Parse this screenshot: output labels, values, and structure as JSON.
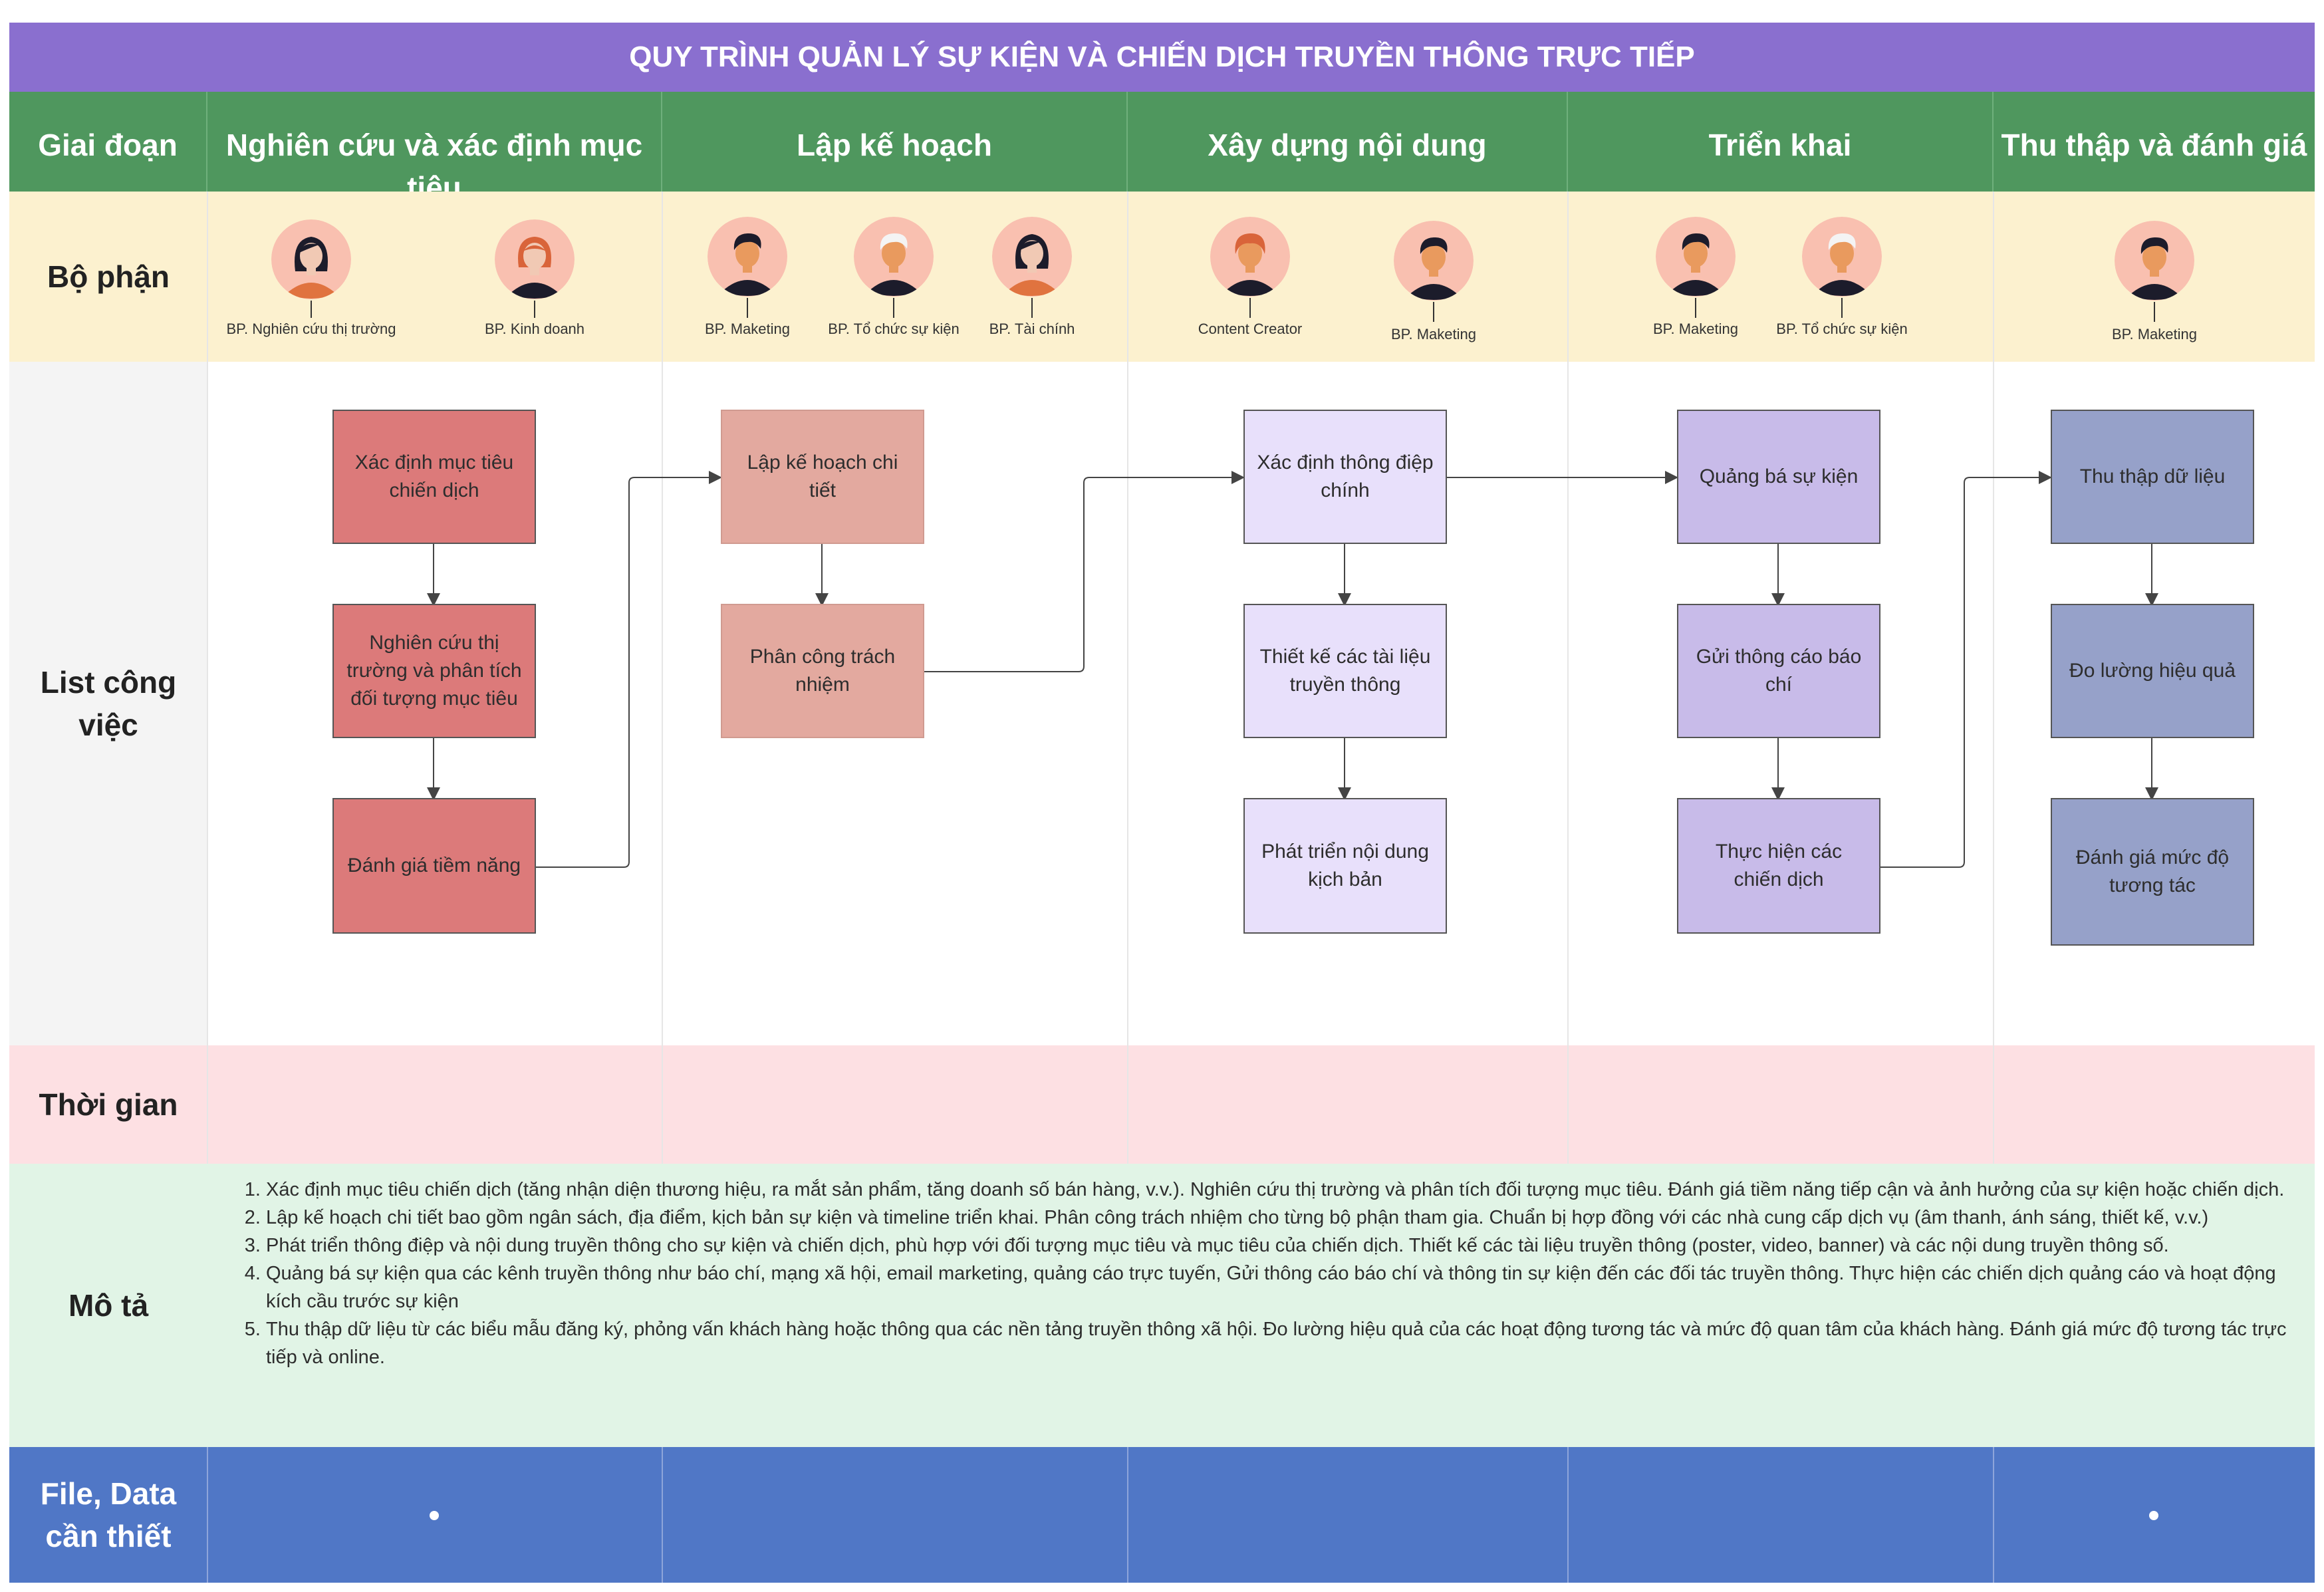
{
  "title": "QUY TRÌNH QUẢN LÝ SỰ KIỆN VÀ CHIẾN DỊCH TRUYỀN THÔNG TRỰC TIẾP",
  "row_labels": {
    "phase": "Giai đoạn",
    "dept": "Bộ phận",
    "tasks": "List công việc",
    "time": "Thời gian",
    "desc": "Mô tả",
    "files": "File, Data cần thiết"
  },
  "phases": [
    "Nghiên cứu và xác định mục tiêu",
    "Lập kế hoạch",
    "Xây dựng nội dung",
    "Triển khai",
    "Thu thập và đánh giá"
  ],
  "departments": [
    {
      "label": "BP. Nghiên cứu thị trường",
      "avatar": "woman-avatar-icon"
    },
    {
      "label": "BP. Kinh doanh",
      "avatar": "woman-orange-hair-avatar-icon"
    },
    {
      "label": "BP. Maketing",
      "avatar": "man-avatar-icon"
    },
    {
      "label": "BP. Tổ chức sự kiện",
      "avatar": "man-white-hair-avatar-icon"
    },
    {
      "label": "BP. Tài chính",
      "avatar": "woman-avatar-icon"
    },
    {
      "label": "Content Creator",
      "avatar": "man-orange-hair-avatar-icon"
    },
    {
      "label": "BP. Maketing",
      "avatar": "man-avatar-icon"
    },
    {
      "label": "BP. Maketing",
      "avatar": "man-avatar-icon"
    },
    {
      "label": "BP. Tổ chức sự kiện",
      "avatar": "man-white-hair-avatar-icon"
    },
    {
      "label": "BP. Maketing",
      "avatar": "man-avatar-icon"
    }
  ],
  "tasks": {
    "research": [
      "Xác định mục tiêu chiến dịch",
      "Nghiên cứu thị trường và phân tích đối tượng mục tiêu",
      "Đánh giá tiềm năng"
    ],
    "planning": [
      "Lập kế hoạch chi tiết",
      "Phân công trách nhiệm"
    ],
    "content": [
      "Xác định thông điệp chính",
      "Thiết kế các tài liệu truyền thông",
      "Phát triển nội dung kịch bản"
    ],
    "deploy": [
      "Quảng bá sự kiện",
      "Gửi thông cáo báo chí",
      "Thực hiện các chiến dịch"
    ],
    "evaluate": [
      "Thu thập dữ liệu",
      "Đo lường hiệu quả",
      "Đánh giá mức độ tương tác"
    ]
  },
  "descriptions": [
    "Xác định mục tiêu chiến dịch (tăng nhận diện thương hiệu, ra mắt sản phẩm, tăng doanh số bán hàng, v.v.). Nghiên cứu thị trường và phân tích đối tượng mục tiêu. Đánh giá tiềm năng tiếp cận và ảnh hưởng của sự kiện hoặc chiến dịch.",
    "Lập kế hoạch chi tiết bao gồm ngân sách, địa điểm, kịch bản sự kiện và timeline triển khai. Phân công trách nhiệm cho từng bộ phận tham gia. Chuẩn bị hợp đồng với các nhà cung cấp dịch vụ (âm thanh, ánh sáng, thiết kế, v.v.)",
    "Phát triển thông điệp và nội dung truyền thông cho sự kiện và chiến dịch, phù hợp với đối tượng mục tiêu và mục tiêu của chiến dịch. Thiết kế các tài liệu truyền thông (poster, video, banner) và các nội dung truyền thông số.",
    "Quảng bá sự kiện qua các kênh truyền thông như báo chí, mạng xã hội, email marketing, quảng cáo trực tuyến,  Gửi thông cáo báo chí và thông tin sự kiện đến các đối tác truyền thông. Thực hiện các chiến dịch quảng cáo và hoạt động kích cầu trước sự kiện",
    "Thu thập dữ liệu từ các biểu mẫu đăng ký, phỏng vấn khách hàng hoặc thông qua các nền tảng truyền thông xã hội. Đo lường hiệu quả của các hoạt động tương tác và mức độ quan tâm của khách hàng. Đánh giá mức độ tương tác trực tiếp và online."
  ],
  "colors": {
    "title": "#8a6fcf",
    "phase": "#4f975e",
    "dept": "#fcf1cf",
    "time": "#fde0e3",
    "desc": "#e1f4e6",
    "files": "#5077c6",
    "research": "#dc7a7a",
    "planning": "#e3a99f",
    "content": "#e8e0fb",
    "deploy": "#c8bbe9",
    "evaluate": "#96a1c9"
  }
}
